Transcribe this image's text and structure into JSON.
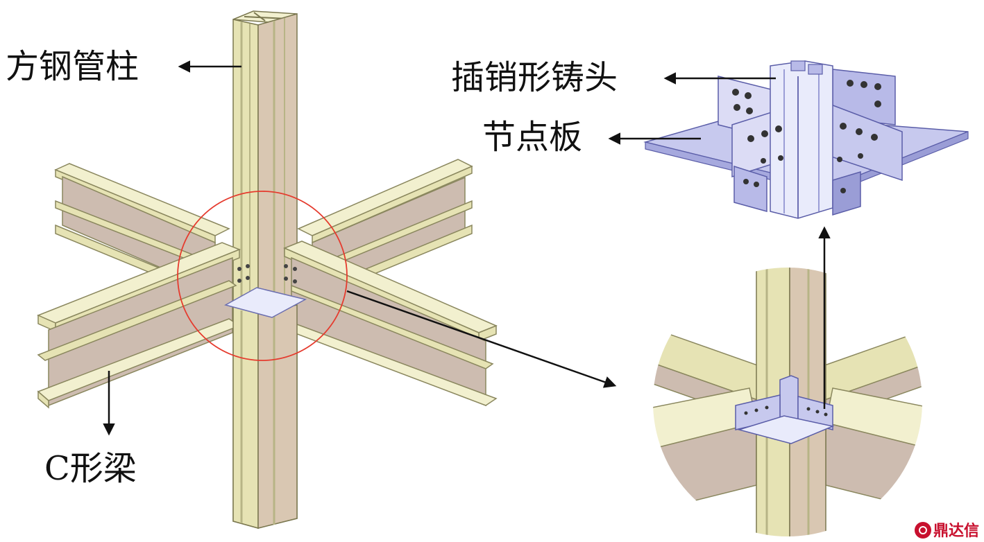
{
  "labels": {
    "column": "方钢管柱",
    "beam": "C形梁",
    "cast_head": "插销形铸头",
    "gusset_plate": "节点板"
  },
  "watermark": "鼎达信",
  "colors": {
    "steel_face": "#e6e3b4",
    "steel_light": "#f2f0cf",
    "steel_dark": "#b7b486",
    "web": "#cdbcb0",
    "plate": "#c7c9ee",
    "plate_dark": "#9a9dd6",
    "circle": "#e53b2e",
    "arrow": "#111111"
  }
}
